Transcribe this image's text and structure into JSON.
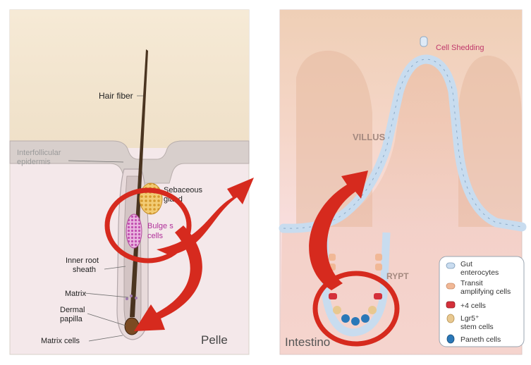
{
  "skin_panel": {
    "hair_fiber": "Hair fiber",
    "interfollicular_epidermis": [
      "Interfollicular",
      "epidermis"
    ],
    "sebaceous_gland": [
      "Sebaceous",
      "gland"
    ],
    "bulge_stem_cells": [
      "Bulge s",
      "cells"
    ],
    "inner_root_sheath": [
      "Inner root",
      "sheath"
    ],
    "matrix": "Matrix",
    "dermal_papilla": [
      "Dermal",
      "papilla"
    ],
    "matrix_cells": "Matrix cells",
    "panel_label": "Pelle"
  },
  "intestine_panel": {
    "cell_shedding": "Cell Shedding",
    "villus": "VILLUS",
    "crypt": "RYPT",
    "panel_label": "Intestino",
    "legend": [
      {
        "lines": [
          "Gut",
          "enterocytes"
        ],
        "color": "#c9dcef"
      },
      {
        "lines": [
          "Transit",
          "amplifying cells"
        ],
        "color": "#f1b896"
      },
      {
        "lines": [
          "+4 cells"
        ],
        "color": "#d4303a"
      },
      {
        "lines": [
          "Lgr5⁺",
          "stem cells"
        ],
        "color": "#e8c890"
      },
      {
        "lines": [
          "Paneth cells"
        ],
        "color": "#2a78b8"
      }
    ]
  },
  "colors": {
    "arrow_red": "#d62a1e",
    "skin_bg_top": "#f3e6d0",
    "skin_bg_bottom": "#f4e4e4",
    "intestine_bg": "#f7dada",
    "legend_text": "#333333",
    "stem_label": "#b0309a"
  }
}
